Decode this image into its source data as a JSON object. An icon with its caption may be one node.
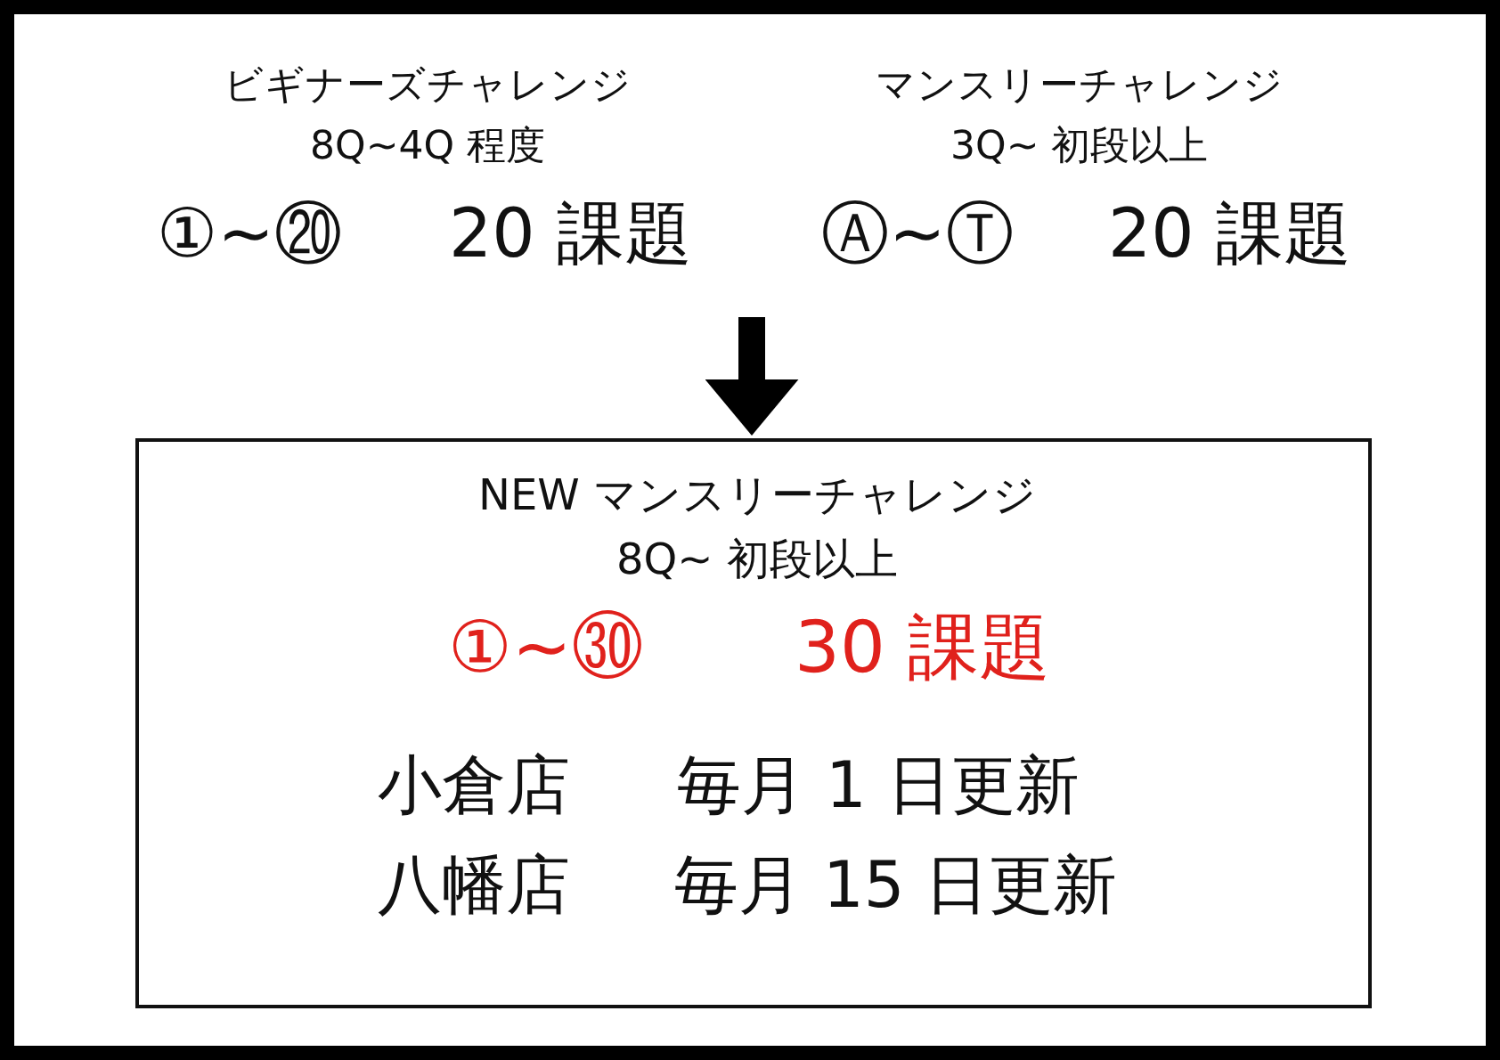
{
  "diagram": {
    "nodes": [
      {
        "text": [
          "ビギナーズチャレンジ",
          "8Q~4Q 程度",
          "①~⑳",
          "20 課題"
        ]
      },
      {
        "text": [
          "マンスリーチャレンジ",
          "3Q~ 初段以上",
          "Ⓐ~Ⓣ",
          "20 課題"
        ]
      },
      {
        "text": [
          "NEW マンスリーチャレンジ",
          "8Q~ 初段以上",
          "①~㉚",
          "30 課題",
          "小倉店",
          "毎月 1 日更新",
          "八幡店",
          "毎月 15 日更新"
        ]
      }
    ],
    "edges": [
      {
        "from": null,
        "to": 2,
        "arrow": "to"
      }
    ]
  }
}
